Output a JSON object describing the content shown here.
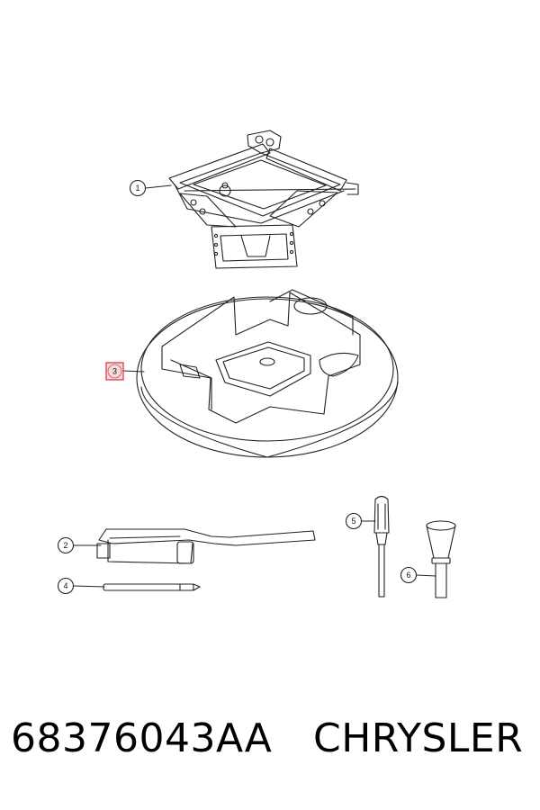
{
  "diagram": {
    "callouts": [
      {
        "id": "1",
        "label": "1",
        "part": "scissor jack",
        "highlighted": false
      },
      {
        "id": "2",
        "label": "2",
        "part": "wrench",
        "highlighted": false
      },
      {
        "id": "3",
        "label": "3",
        "part": "jack storage tray",
        "highlighted": true
      },
      {
        "id": "4",
        "label": "4",
        "part": "extension bar",
        "highlighted": false
      },
      {
        "id": "5",
        "label": "5",
        "part": "screwdriver",
        "highlighted": false
      },
      {
        "id": "6",
        "label": "6",
        "part": "funnel adapter",
        "highlighted": false
      }
    ],
    "highlight_color": "#e0303a",
    "highlight_fill": "#f6d9da"
  },
  "footer": {
    "part_number": "68376043AA",
    "brand": "CHRYSLER"
  }
}
